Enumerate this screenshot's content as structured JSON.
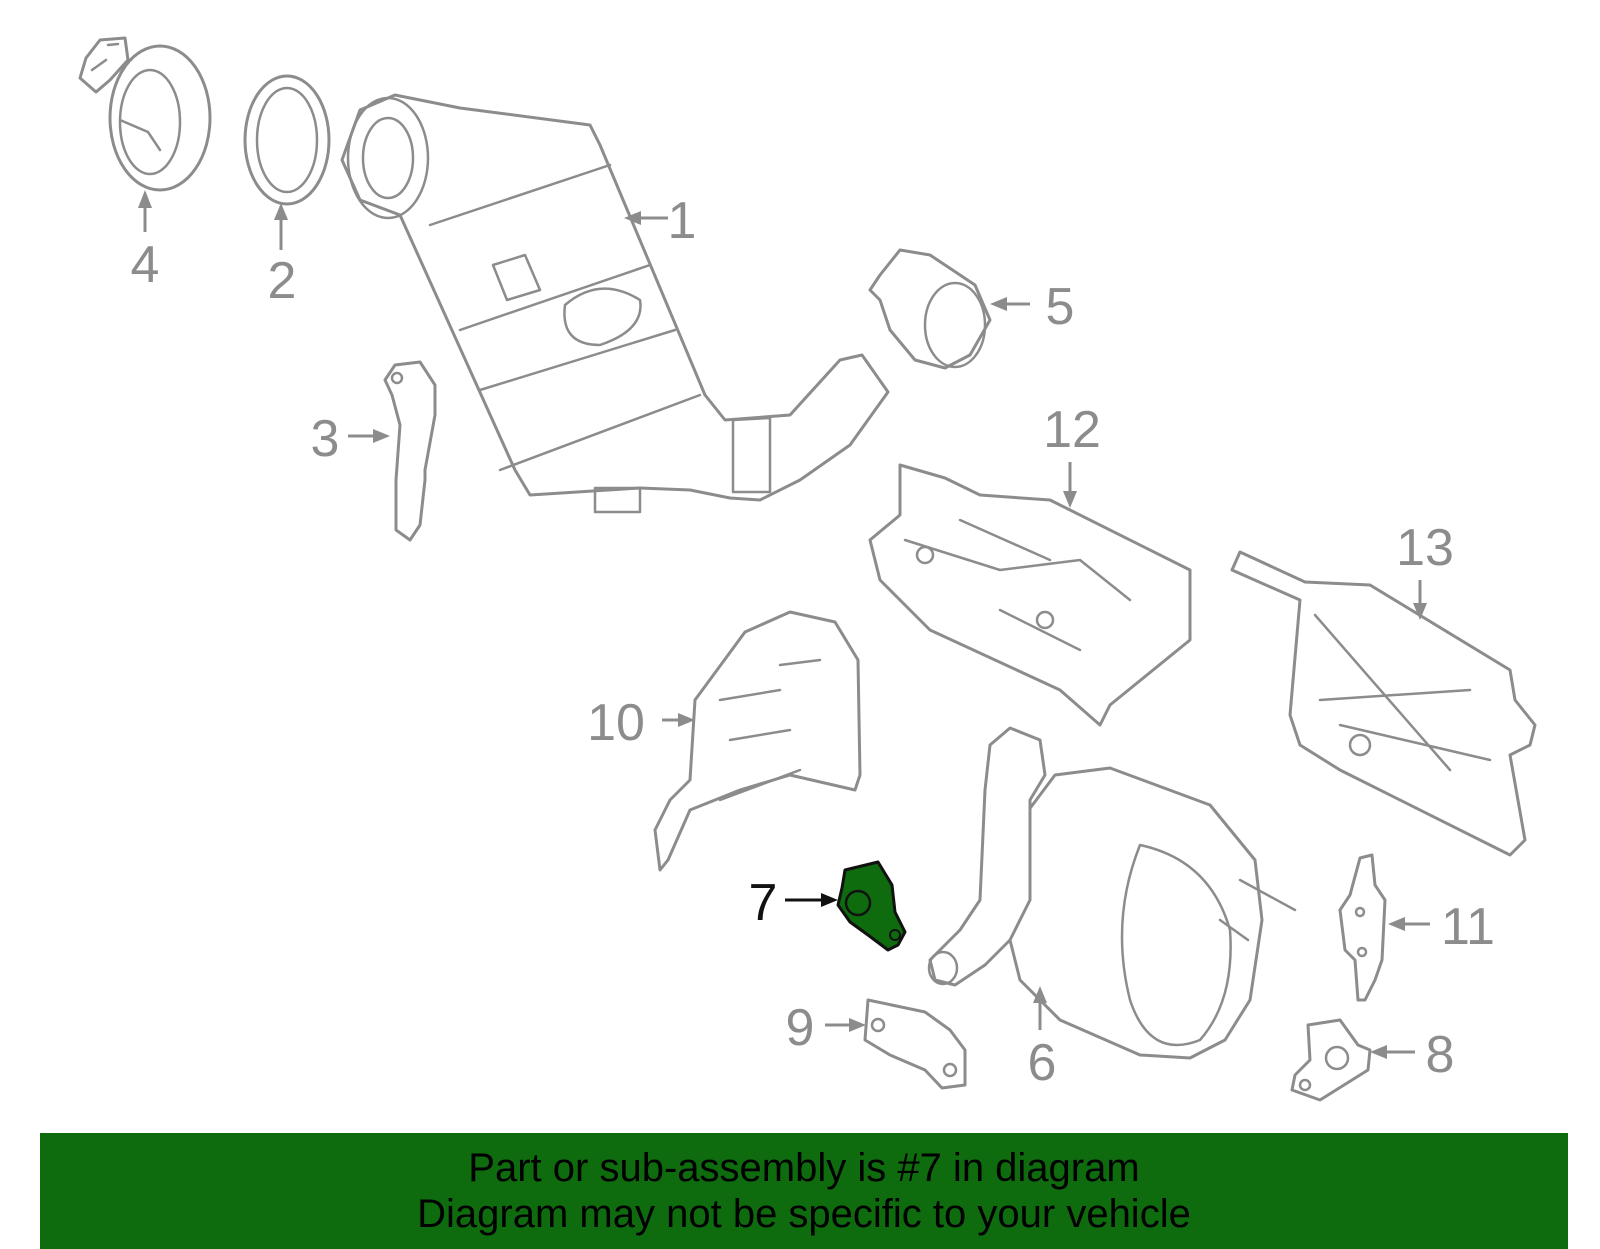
{
  "diagram": {
    "highlight_color": "#0e6b0e",
    "line_color": "#8c8c8c",
    "selected_part": "7",
    "callouts": [
      "1",
      "2",
      "3",
      "4",
      "5",
      "6",
      "7",
      "8",
      "9",
      "10",
      "11",
      "12",
      "13"
    ]
  },
  "banner": {
    "background": "#0e6b0e",
    "line1": "Part or sub-assembly is #7 in diagram",
    "line2": "Diagram may not be specific to your vehicle"
  }
}
